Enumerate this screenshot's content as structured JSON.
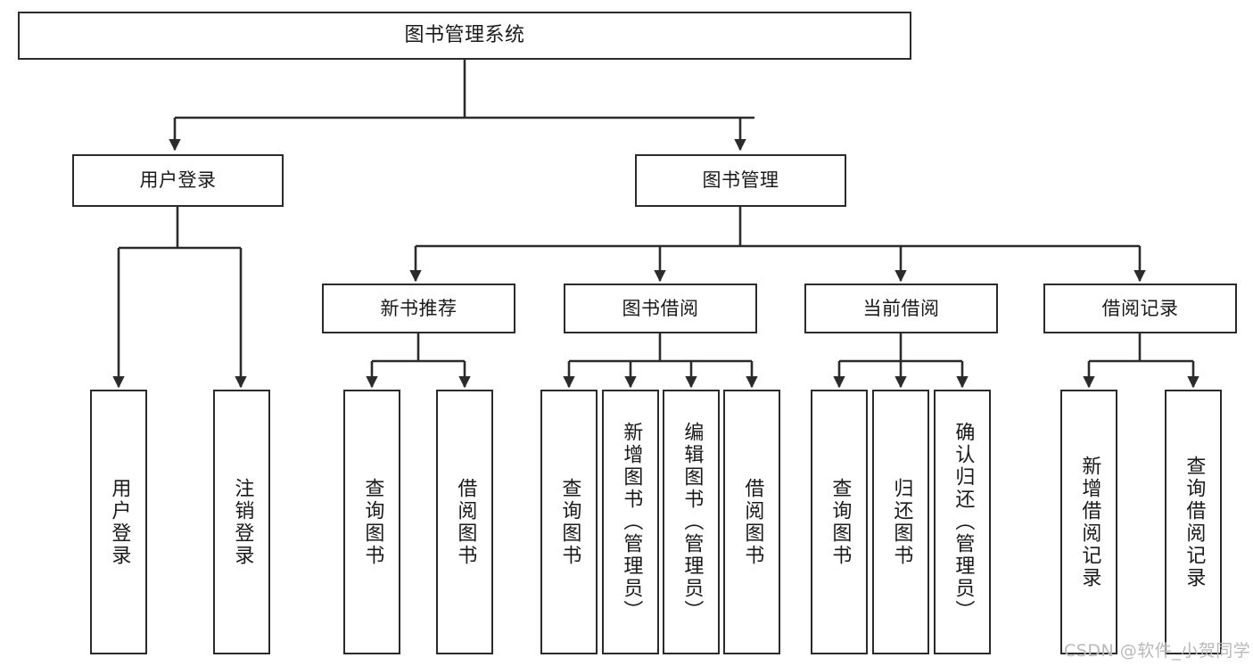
{
  "diagram": {
    "title": "图书管理系统",
    "type": "tree-hierarchy",
    "stroke_color": "#2b2b2b",
    "fill_color": "#ffffff",
    "background_color": "#ffffff",
    "text_color": "#1a1a1a"
  },
  "nodes": {
    "root": {
      "label": "图书管理系统"
    },
    "level2": [
      {
        "label": "用户登录"
      },
      {
        "label": "图书管理"
      }
    ],
    "level3": [
      {
        "label": "新书推荐"
      },
      {
        "label": "图书借阅"
      },
      {
        "label": "当前借阅"
      },
      {
        "label": "借阅记录"
      }
    ],
    "leaves": {
      "user_login": [
        {
          "label": "用户登录"
        },
        {
          "label": "注销登录"
        }
      ],
      "new_book_recommend": [
        {
          "label": "查询图书"
        },
        {
          "label": "借阅图书"
        }
      ],
      "book_borrow": [
        {
          "label": "查询图书"
        },
        {
          "label": "新增图书（管理员）"
        },
        {
          "label": "编辑图书（管理员）"
        },
        {
          "label": "借阅图书"
        }
      ],
      "current_borrow": [
        {
          "label": "查询图书"
        },
        {
          "label": "归还图书"
        },
        {
          "label": "确认归还（管理员）"
        }
      ],
      "borrow_record": [
        {
          "label": "新增借阅记录"
        },
        {
          "label": "查询借阅记录"
        }
      ]
    }
  },
  "watermark": {
    "text": "CSDN @软件_小贺同学",
    "color": "#b9b9b9"
  }
}
